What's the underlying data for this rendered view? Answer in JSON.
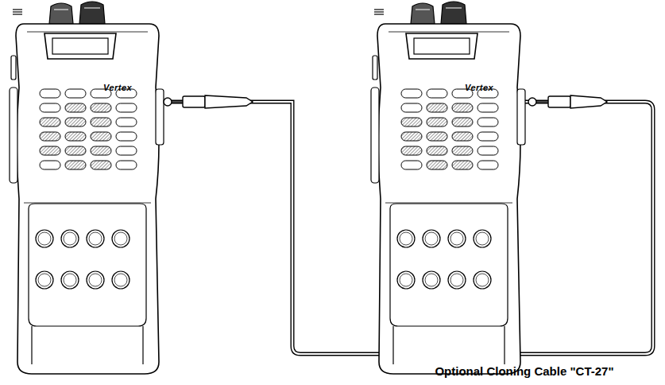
{
  "diagram": {
    "nodes": [
      {
        "text": [
          "Vertex"
        ]
      },
      {
        "text": [
          "Vertex"
        ]
      }
    ],
    "edges": [
      {
        "from": 0,
        "to": 1,
        "arrow": "none"
      }
    ],
    "labels": [
      "Optional Cloning Cable \"CT-27\""
    ]
  }
}
